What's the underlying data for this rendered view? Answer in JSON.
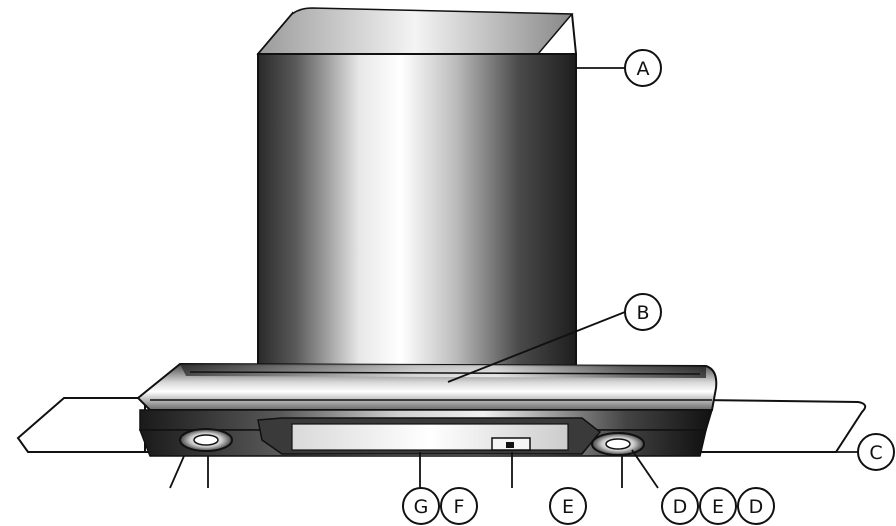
{
  "callouts": [
    {
      "id": "a",
      "letter": "A"
    },
    {
      "id": "b",
      "letter": "B"
    },
    {
      "id": "c",
      "letter": "C"
    },
    {
      "id": "g",
      "letter": "G"
    },
    {
      "id": "f",
      "letter": "F"
    },
    {
      "id": "e1",
      "letter": "E"
    },
    {
      "id": "d1",
      "letter": "D"
    },
    {
      "id": "e2",
      "letter": "E"
    },
    {
      "id": "d2",
      "letter": "D"
    }
  ],
  "colors": {
    "outline": "#111111",
    "steel_dark": "#1a1a1a",
    "steel_light": "#f2f2f2"
  }
}
